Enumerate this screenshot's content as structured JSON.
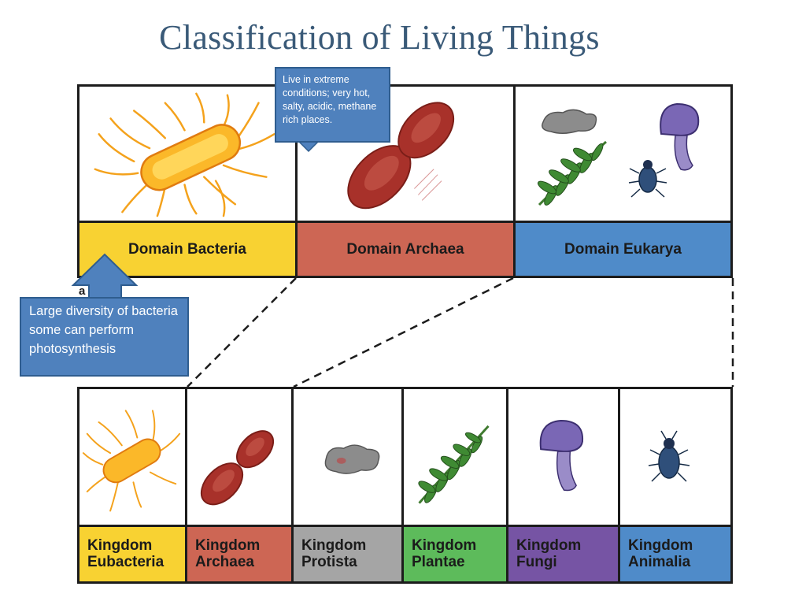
{
  "title": "Classification of Living Things",
  "domains": [
    {
      "label": "Domain Bacteria",
      "color": "#f8d232",
      "icon": "bacterium-rod-flagella-icon"
    },
    {
      "label": "Domain Archaea",
      "color": "#cd6654",
      "icon": "archaea-double-cell-icon"
    },
    {
      "label": "Domain Eukarya",
      "color": "#4f8bc9",
      "icon": "eukarya-group-icon"
    }
  ],
  "kingdoms": [
    {
      "line1": "Kingdom",
      "line2": "Eubacteria",
      "color": "#f8d232",
      "icon": "eubacteria-icon"
    },
    {
      "line1": "Kingdom",
      "line2": "Archaea",
      "color": "#cd6654",
      "icon": "archaea-icon"
    },
    {
      "line1": "Kingdom",
      "line2": "Protista",
      "color": "#a5a5a5",
      "icon": "protist-blob-icon"
    },
    {
      "line1": "Kingdom",
      "line2": "Plantae",
      "color": "#5dbb5b",
      "icon": "fern-leaf-icon"
    },
    {
      "line1": "Kingdom",
      "line2": "Fungi",
      "color": "#7654a4",
      "icon": "mushroom-icon"
    },
    {
      "line1": "Kingdom",
      "line2": "Animalia",
      "color": "#4f8bc9",
      "icon": "beetle-icon"
    }
  ],
  "callouts": {
    "archaea": "Live in extreme conditions; very hot, salty, acidic, methane rich places.",
    "bacteria": "Large diversity of bacteria some can perform photosynthesis",
    "fill": "#4f81bd"
  },
  "partial_label": "a"
}
